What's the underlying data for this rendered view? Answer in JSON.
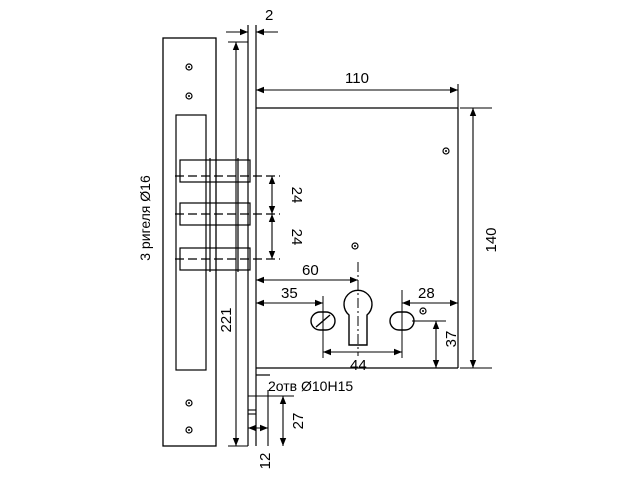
{
  "drawing": {
    "dimensions": {
      "plate_offset": "2",
      "case_width": "110",
      "case_height": "140",
      "bolt_spacing_1": "24",
      "bolt_spacing_2": "24",
      "backset": "60",
      "left_hole_offset": "35",
      "right_hole_offset": "28",
      "hole_spacing": "44",
      "hole_height": "37",
      "plate_length": "221",
      "bottom_hole_distance": "27",
      "bottom_hole_edge": "12"
    },
    "notes": {
      "bolts": "3 ригеля Ø16",
      "holes": "2отв Ø10Н15"
    }
  }
}
